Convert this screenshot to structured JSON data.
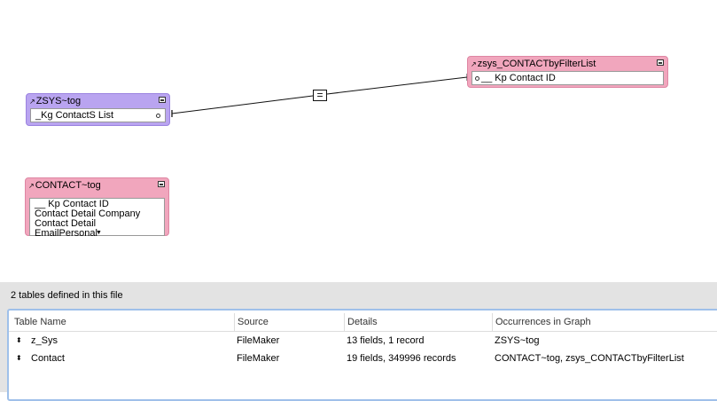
{
  "graph": {
    "occurrences": [
      {
        "name": "ZSYS~tog",
        "fields": [
          "_Kg ContactS List"
        ]
      },
      {
        "name": "CONTACT~tog",
        "fields": [
          "__ Kp Contact ID",
          "Contact Detail Company",
          "Contact Detail EmailPersonal"
        ]
      },
      {
        "name": "zsys_CONTACTbyFilterList",
        "fields": [
          "__ Kp Contact ID"
        ]
      }
    ],
    "relationship_operator": "="
  },
  "tables": {
    "summary": "2 tables defined in this file",
    "columns": [
      "Table Name",
      "Source",
      "Details",
      "Occurrences in Graph"
    ],
    "rows": [
      {
        "name": "z_Sys",
        "source": "FileMaker",
        "details": "13 fields, 1 record",
        "occurrences": "ZSYS~tog"
      },
      {
        "name": "Contact",
        "source": "FileMaker",
        "details": "19 fields, 349996 records",
        "occurrences": "CONTACT~tog, zsys_CONTACTbyFilterList"
      }
    ]
  }
}
